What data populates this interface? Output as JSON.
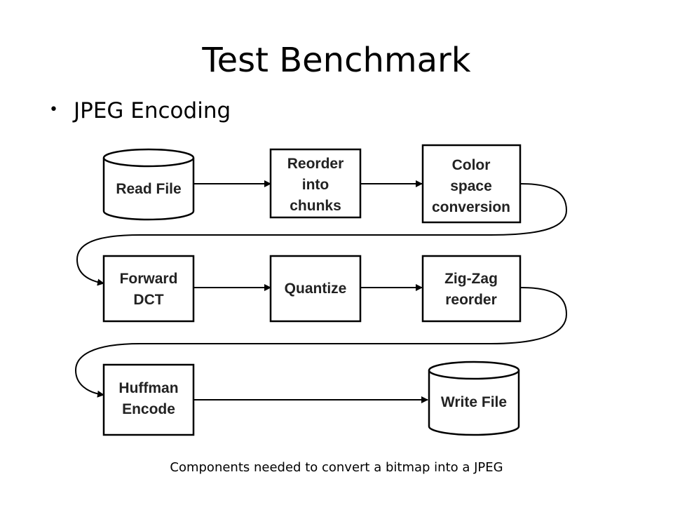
{
  "slide": {
    "title": "Test Benchmark",
    "bullet": "JPEG Encoding",
    "caption": "Components needed to convert a bitmap into a JPEG"
  },
  "diagram": {
    "nodes": {
      "read_file": [
        "Read File"
      ],
      "reorder": [
        "Reorder",
        "into",
        "chunks"
      ],
      "color": [
        "Color",
        "space",
        "conversion"
      ],
      "fdct": [
        "Forward",
        "DCT"
      ],
      "quantize": [
        "Quantize"
      ],
      "zigzag": [
        "Zig-Zag",
        "reorder"
      ],
      "huffman": [
        "Huffman",
        "Encode"
      ],
      "write_file": [
        "Write File"
      ]
    }
  }
}
